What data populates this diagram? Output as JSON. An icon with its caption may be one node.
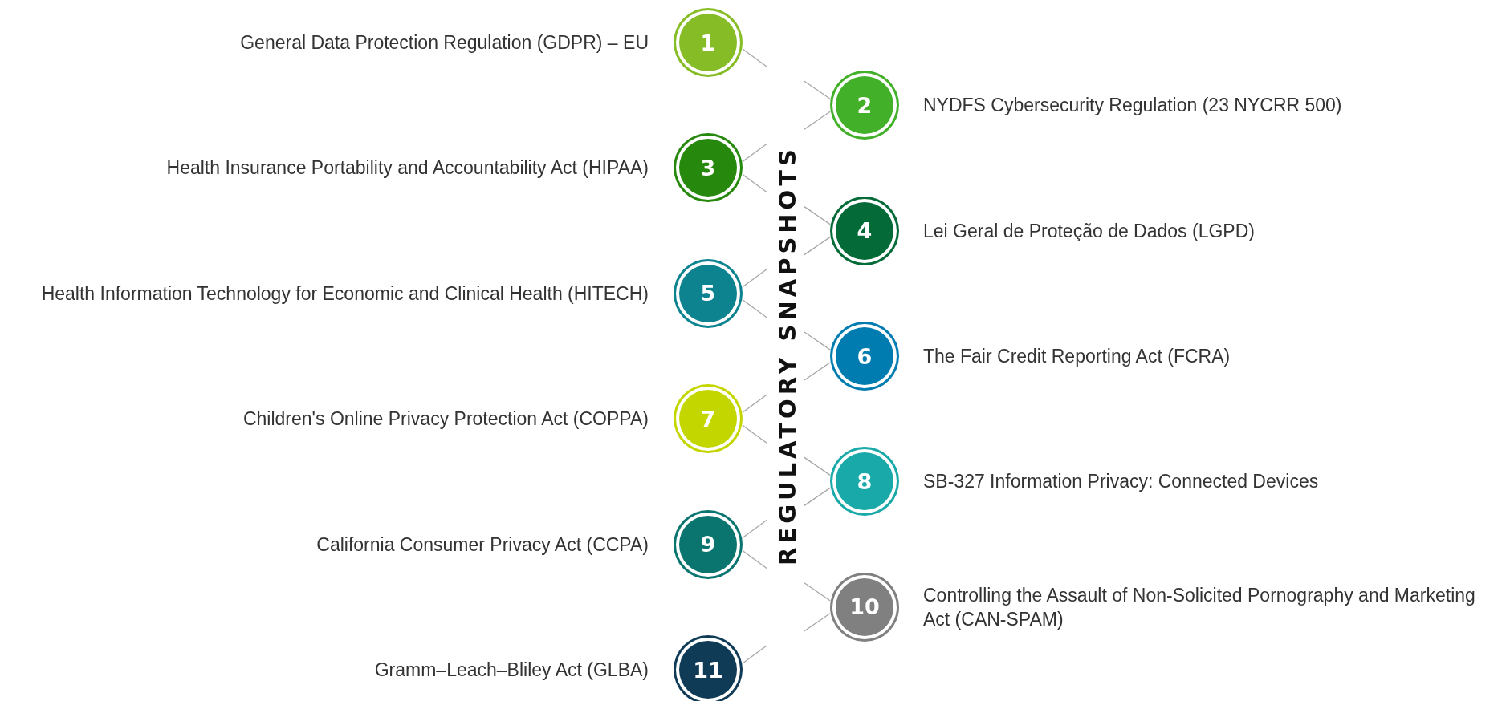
{
  "diagram": {
    "title": "REGULATORY SNAPSHOTS",
    "nodes": [
      {
        "text": [
          "1"
        ],
        "beside": [
          "General Data Protection Regulation (GDPR) – EU"
        ]
      },
      {
        "text": [
          "2"
        ],
        "beside": [
          "NYDFS Cybersecurity Regulation (23 NYCRR 500)"
        ]
      },
      {
        "text": [
          "3"
        ],
        "beside": [
          "Health Insurance Portability and Accountability Act (HIPAA)"
        ]
      },
      {
        "text": [
          "4"
        ],
        "beside": [
          "Lei Geral de Proteção de Dados (LGPD)"
        ]
      },
      {
        "text": [
          "5"
        ],
        "beside": [
          "Health Information Technology for Economic and Clinical Health (HITECH)"
        ]
      },
      {
        "text": [
          "6"
        ],
        "beside": [
          "The Fair Credit Reporting Act (FCRA)"
        ]
      },
      {
        "text": [
          "7"
        ],
        "beside": [
          "Children's Online Privacy Protection Act (COPPA)"
        ]
      },
      {
        "text": [
          "8"
        ],
        "beside": [
          "SB-327 Information Privacy: Connected Devices"
        ]
      },
      {
        "text": [
          "9"
        ],
        "beside": [
          "California Consumer Privacy Act (CCPA)"
        ]
      },
      {
        "text": [
          "10"
        ],
        "beside": [
          "Controlling the Assault of Non-Solicited Pornography and Marketing Act (CAN-SPAM)"
        ]
      },
      {
        "text": [
          "11"
        ],
        "beside": [
          "Gramm–Leach–Bliley Act (GLBA)"
        ]
      }
    ]
  }
}
